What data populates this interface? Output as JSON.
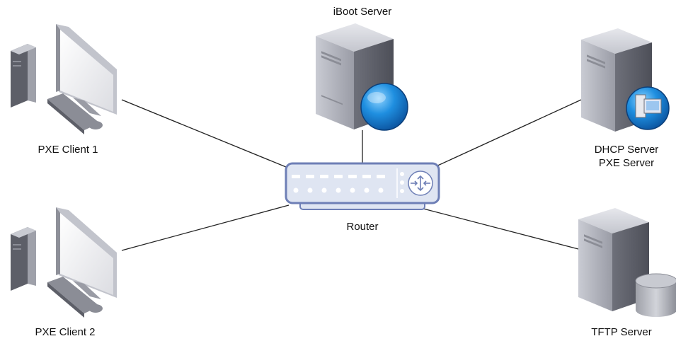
{
  "nodes": {
    "pxe_client_1": {
      "label": "PXE Client 1",
      "icon": "desktop-computer-icon"
    },
    "pxe_client_2": {
      "label": "PXE Client 2",
      "icon": "desktop-computer-icon"
    },
    "iboot_server": {
      "label": "iBoot Server",
      "icon": "server-with-globe-icon"
    },
    "dhcp_server": {
      "label_line1": "DHCP Server",
      "label_line2": "PXE Server",
      "icon": "server-with-workstation-badge-icon"
    },
    "tftp_server": {
      "label": "TFTP Server",
      "icon": "server-with-database-icon"
    },
    "router": {
      "label": "Router",
      "icon": "router-icon"
    }
  },
  "connections": [
    {
      "from": "PXE Client 1",
      "to": "Router"
    },
    {
      "from": "PXE Client 2",
      "to": "Router"
    },
    {
      "from": "iBoot Server",
      "to": "Router"
    },
    {
      "from": "DHCP Server",
      "to": "Router"
    },
    {
      "from": "TFTP Server",
      "to": "Router"
    }
  ]
}
